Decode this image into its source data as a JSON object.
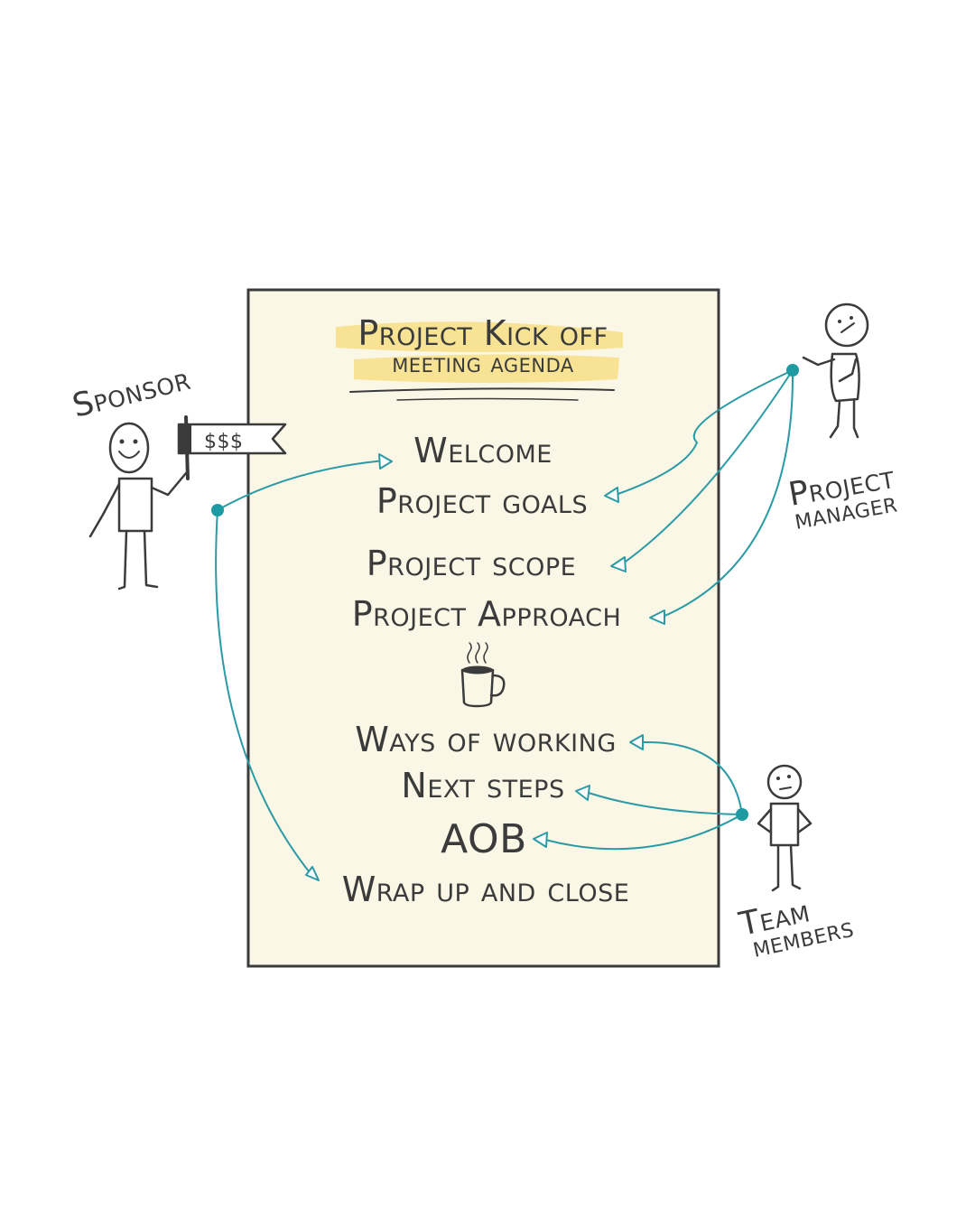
{
  "title": {
    "line1": "Project Kick off",
    "line2": "meeting agenda"
  },
  "agenda": [
    "Welcome",
    "Project goals",
    "Project scope",
    "Project Approach",
    "Ways of working",
    "Next steps",
    "AOB",
    "Wrap up and close"
  ],
  "roles": {
    "sponsor": "Sponsor",
    "project_manager_line1": "Project",
    "project_manager_line2": "manager",
    "team_line1": "Team",
    "team_line2": "members"
  },
  "flag_text": "$$$",
  "icons": [
    "coffee-mug-icon",
    "flag-icon"
  ],
  "colors": {
    "paper": "#fbf7e6",
    "paper_border": "#3b3b3b",
    "highlight": "#f6e08a",
    "connector": "#2a9ba5",
    "ink": "#3b3b3b"
  }
}
